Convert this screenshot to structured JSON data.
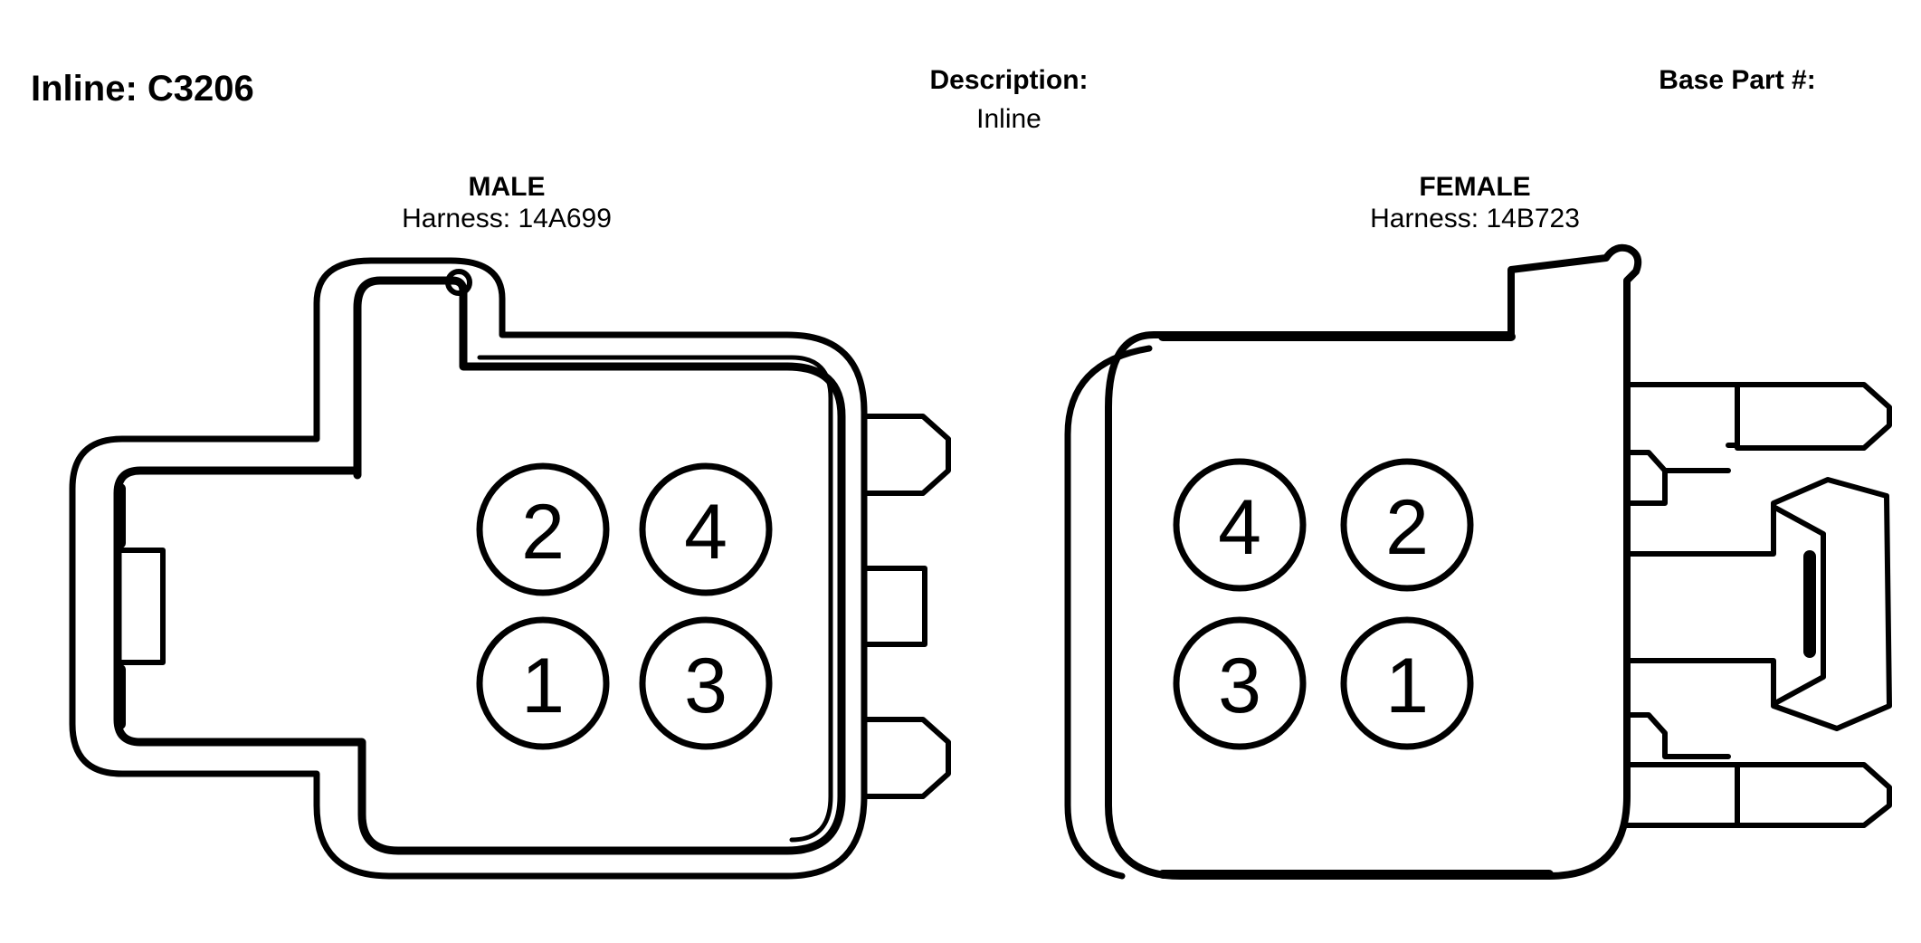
{
  "header": {
    "connector_title": "Inline: C3206",
    "description_label": "Description:",
    "description_value": "Inline",
    "base_part_label": "Base Part #:"
  },
  "male": {
    "gender_label": "MALE",
    "harness_label": "Harness: 14A699",
    "pins": [
      "2",
      "4",
      "1",
      "3"
    ]
  },
  "female": {
    "gender_label": "FEMALE",
    "harness_label": "Harness: 14B723",
    "pins": [
      "4",
      "2",
      "3",
      "1"
    ]
  },
  "colors": {
    "line": "#000000",
    "background": "#ffffff"
  }
}
